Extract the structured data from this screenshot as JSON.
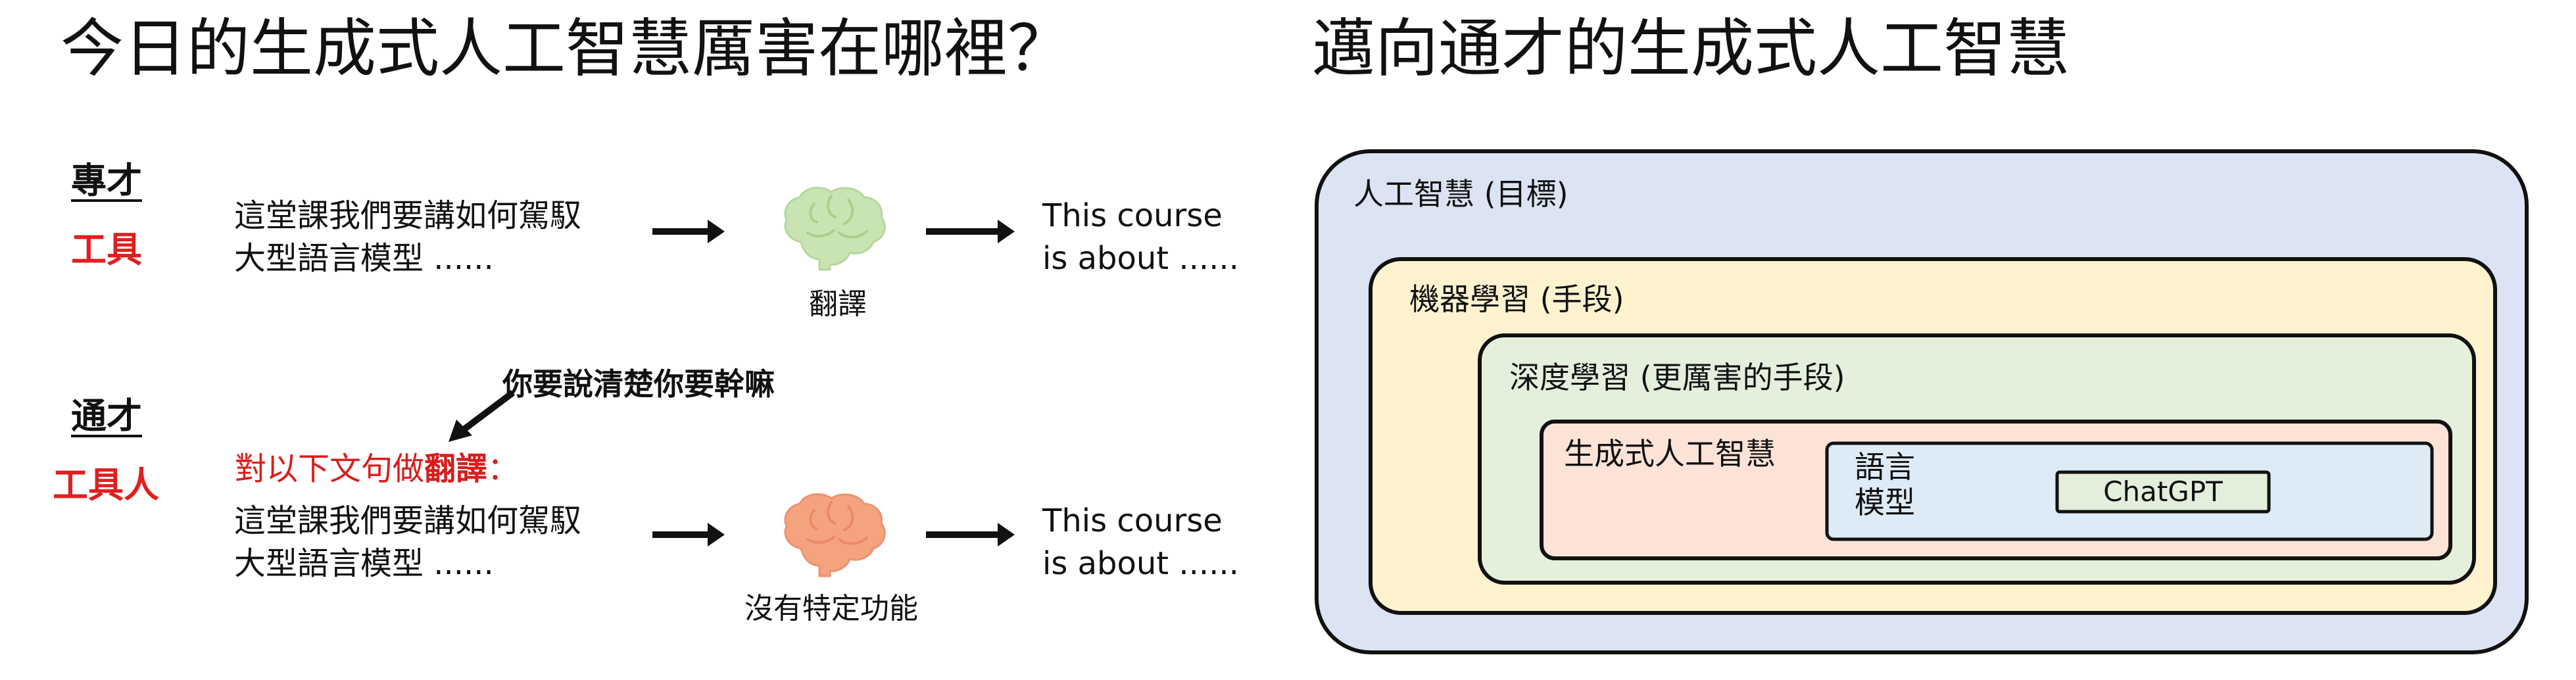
{
  "left_panel": {
    "title": "今日的生成式人工智慧厲害在哪裡？",
    "top_section": {
      "heading_main": "專才",
      "heading_sub": "工具",
      "input_line_1": "這堂課我們要講如何駕馭",
      "input_line_2": "大型語言模型 ......",
      "output_line_1": "This course",
      "output_line_2": "is about ......",
      "brain_caption": "翻譯",
      "brain_color": "#c8e4b2"
    },
    "bottom_section": {
      "heading_main": "通才",
      "heading_sub": "工具人",
      "speech_bubble": "你要說清楚你要幹嘛",
      "instruction_prefix": "對以下文句做",
      "instruction_emphasis": "翻譯",
      "instruction_suffix": "：",
      "input_line_1": "這堂課我們要講如何駕馭",
      "input_line_2": "大型語言模型 ......",
      "output_line_1": "This course",
      "output_line_2": "is about ......",
      "brain_caption": "沒有特定功能",
      "brain_color": "#f4a37e"
    }
  },
  "right_panel": {
    "title": "邁向通才的生成式人工智慧",
    "levels": [
      {
        "label": "人工智慧 (目標)",
        "fill": "#dce3f3"
      },
      {
        "label": "機器學習 (手段)",
        "fill": "#fff2cf"
      },
      {
        "label": "深度學習 (更厲害的手段)",
        "fill": "#e4efdc"
      },
      {
        "label": "生成式人工智慧",
        "fill": "#fde3d7"
      },
      {
        "label_line_1": "語言",
        "label_line_2": "模型",
        "fill": "#dcebf6"
      },
      {
        "label": "ChatGPT",
        "fill": "#e3efdb"
      }
    ]
  }
}
